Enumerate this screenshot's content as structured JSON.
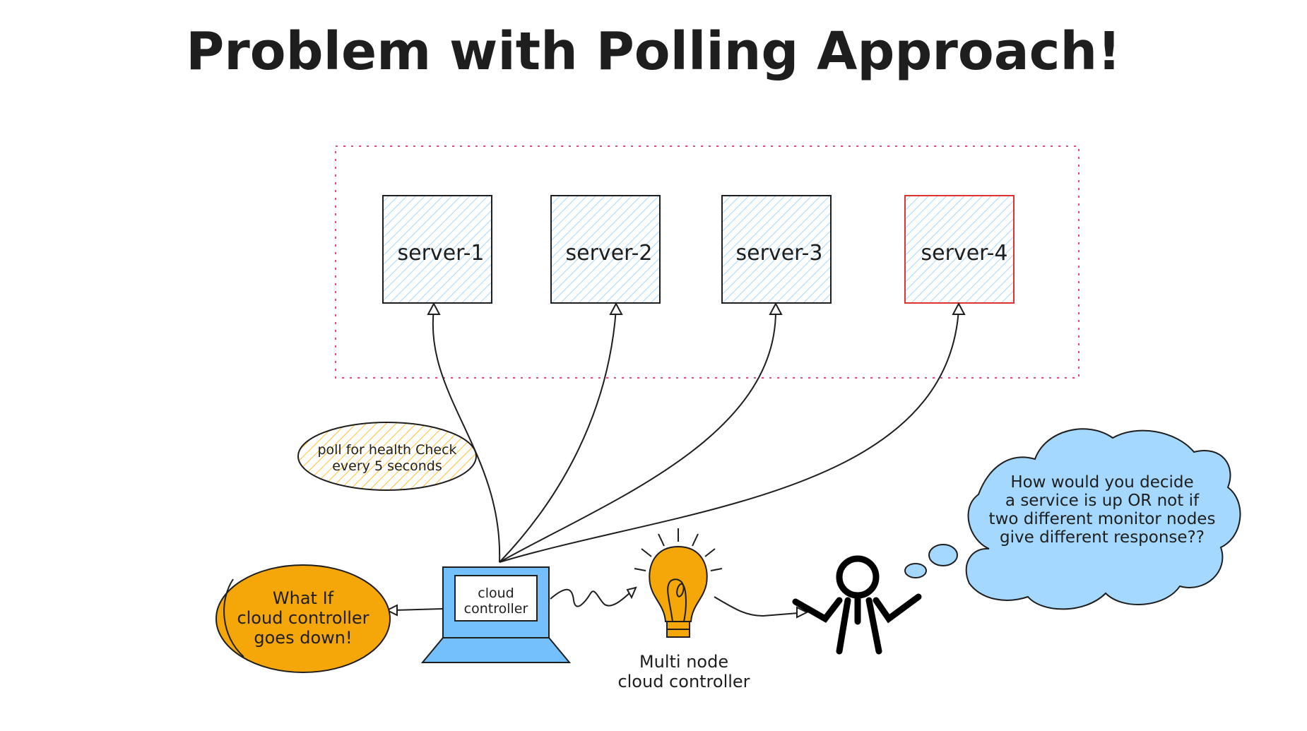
{
  "title": "Problem with Polling Approach!",
  "servers": [
    {
      "label": "server-1",
      "state": "healthy"
    },
    {
      "label": "server-2",
      "state": "healthy"
    },
    {
      "label": "server-3",
      "state": "healthy"
    },
    {
      "label": "server-4",
      "state": "failed"
    }
  ],
  "poll_note": {
    "line1": "poll for health Check",
    "line2": "every 5 seconds"
  },
  "controller": {
    "line1": "cloud",
    "line2": "controller"
  },
  "failure_question": {
    "line1": "What If",
    "line2": "cloud controller",
    "line3": "goes down!"
  },
  "bulb_label": {
    "line1": "Multi node",
    "line2": "cloud controller"
  },
  "thought": {
    "line1": "How would you decide",
    "line2": "a service is up OR not if",
    "line3": "two different monitor nodes",
    "line4": "give different response??"
  },
  "colors": {
    "ink": "#1e1e1e",
    "server_hatch": "#a5d8ff",
    "failed_outline": "#e03131",
    "group_border": "#e64980",
    "note_hatch": "#ffc034",
    "accent_orange": "#f5a70a",
    "thought_fill": "#a5d8ff"
  }
}
